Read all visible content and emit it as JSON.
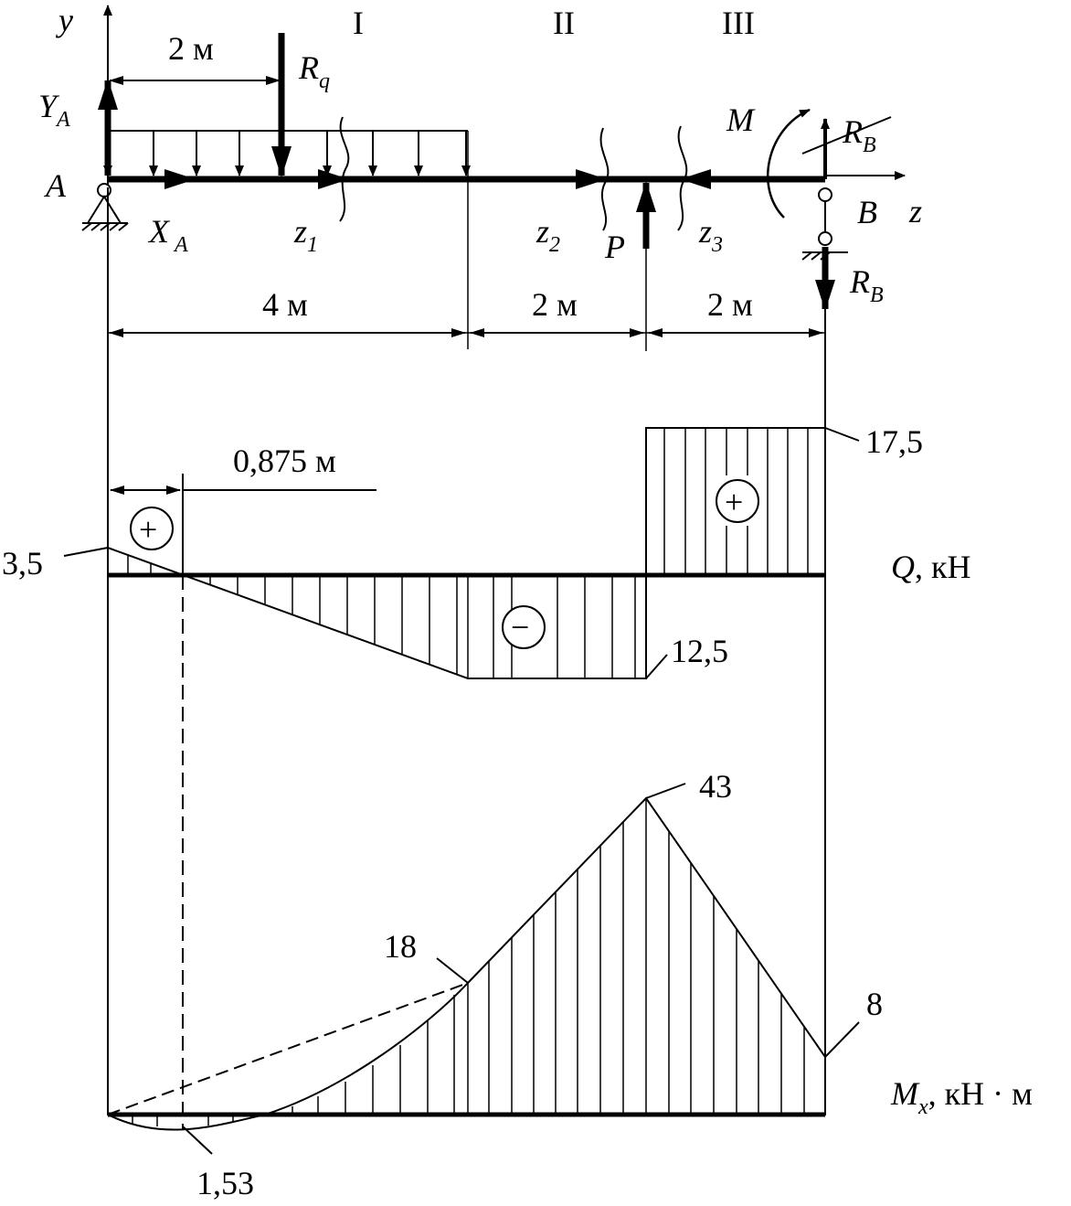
{
  "section_labels": [
    "I",
    "II",
    "III"
  ],
  "axes": {
    "y": "y",
    "z": "z"
  },
  "points": {
    "a": "A",
    "b": "B"
  },
  "forces": {
    "ya_main": "Y",
    "ya_sub": "A",
    "xa_main": "X",
    "xa_sub": "A",
    "rq_main": "R",
    "rq_sub": "q",
    "rb_top_main": "R",
    "rb_top_sub": "B",
    "rb_main": "R",
    "rb_sub": "B",
    "p": "P",
    "m": "M"
  },
  "sections": {
    "z1_main": "z",
    "z1_sub": "1",
    "z2_main": "z",
    "z2_sub": "2",
    "z3_main": "z",
    "z3_sub": "3"
  },
  "dimensions": {
    "rq_pos": "2 м",
    "span1": "4 м",
    "span2": "2 м",
    "span3": "2 м",
    "zero_point": "0,875 м"
  },
  "shear": {
    "unit_label_main": "Q",
    "unit_label_rest": ", кН",
    "v_start": "3,5",
    "v_mid": "12,5",
    "v_end": "17,5",
    "sign_pos": "+",
    "sign_neg": "−"
  },
  "moment": {
    "unit_label_main": "M",
    "unit_label_sub": "x",
    "unit_label_rest": ", кН · м",
    "v_min": "1,53",
    "v_z4": "18",
    "v_max": "43",
    "v_end": "8"
  },
  "colors": {
    "ink": "#000000",
    "background": "#ffffff"
  }
}
